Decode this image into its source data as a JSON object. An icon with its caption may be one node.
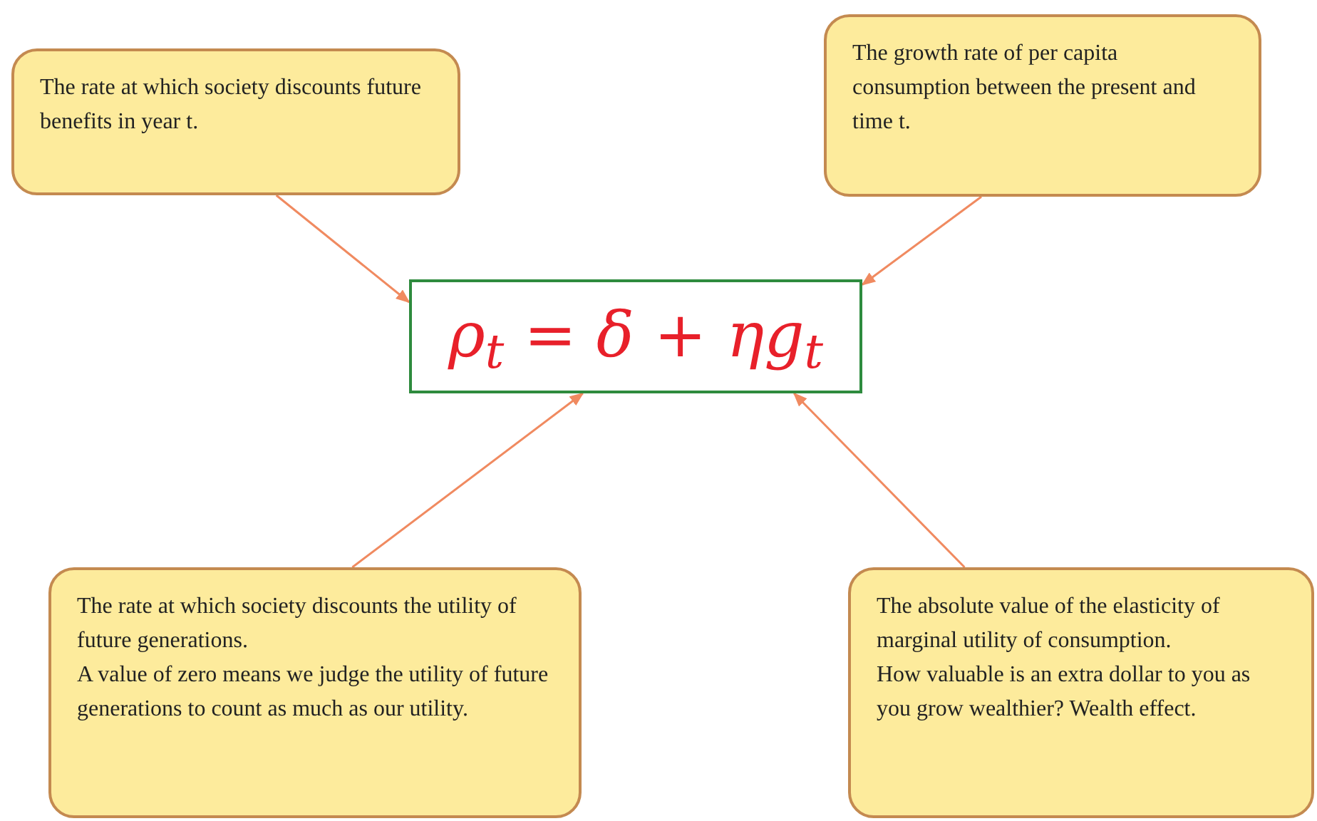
{
  "diagram": {
    "nodes": [
      {
        "text": [
          "The rate at which society discounts future benefits in year  t."
        ]
      },
      {
        "text": [
          "The growth rate of per capita consumption between the present and time t."
        ]
      },
      {
        "text": [
          "ρ$_{t}$ = δ + ηg$_{t}$"
        ]
      },
      {
        "text": [
          "The rate at which society discounts the utility of future generations.",
          "A value of zero means we judge the utility of future generations to count as much as our utility."
        ]
      },
      {
        "text": [
          "The absolute value of the elasticity of marginal utility of consumption.",
          "How valuable is an extra dollar to you as you grow wealthier? Wealth effect."
        ]
      }
    ],
    "edges": [
      {
        "from": 0,
        "to": 2,
        "arrow": "to"
      },
      {
        "from": 1,
        "to": 2,
        "arrow": "to"
      },
      {
        "from": 3,
        "to": 2,
        "arrow": "to"
      },
      {
        "from": 4,
        "to": 2,
        "arrow": "to"
      }
    ]
  }
}
